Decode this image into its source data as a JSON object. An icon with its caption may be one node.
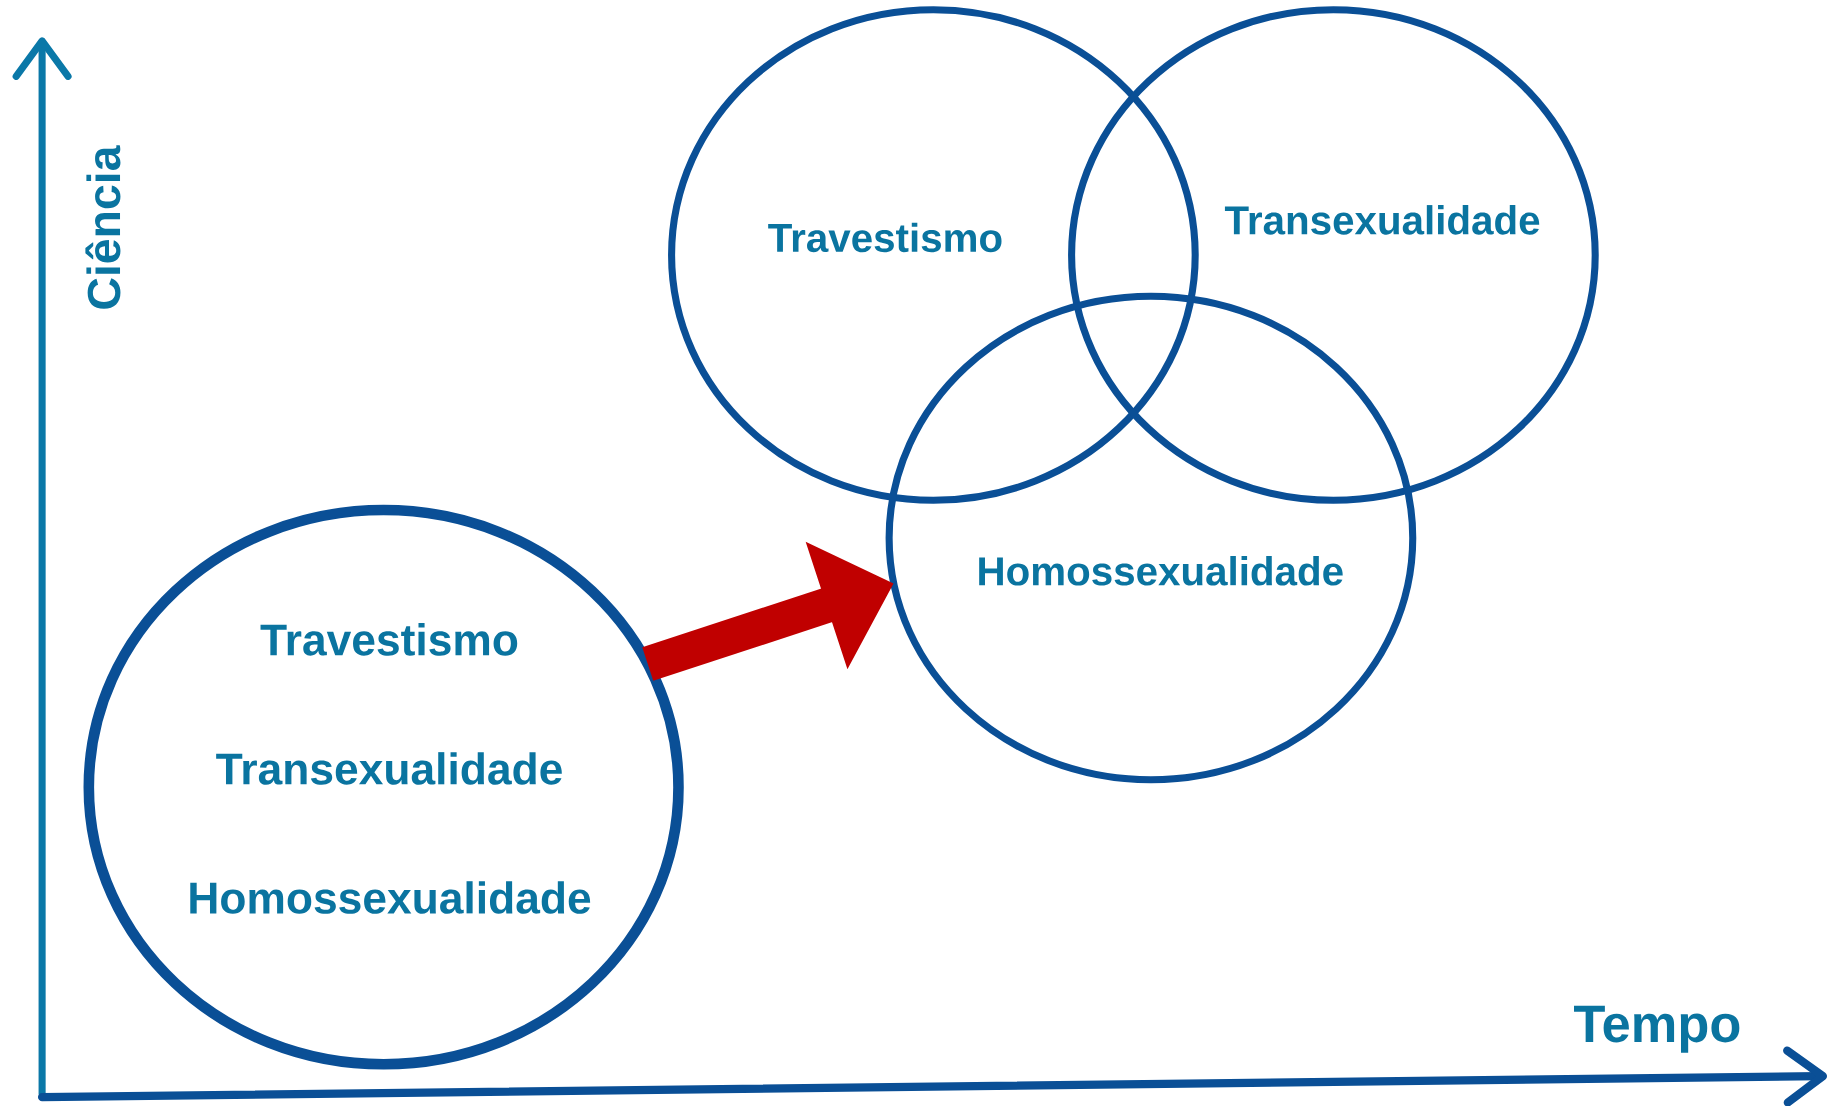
{
  "diagram": {
    "nodes": [
      {
        "text": [
          "Travestismo",
          "Transexualidade",
          "Homossexualidade"
        ]
      },
      {
        "text": [
          "Travestismo"
        ]
      },
      {
        "text": [
          "Transexualidade"
        ]
      },
      {
        "text": [
          "Homossexualidade"
        ]
      }
    ],
    "edges": [
      {
        "from": 0,
        "to": 3,
        "arrow": "to",
        "color": "#c00000"
      }
    ],
    "labels": [
      "Ciência",
      "Tempo"
    ]
  }
}
